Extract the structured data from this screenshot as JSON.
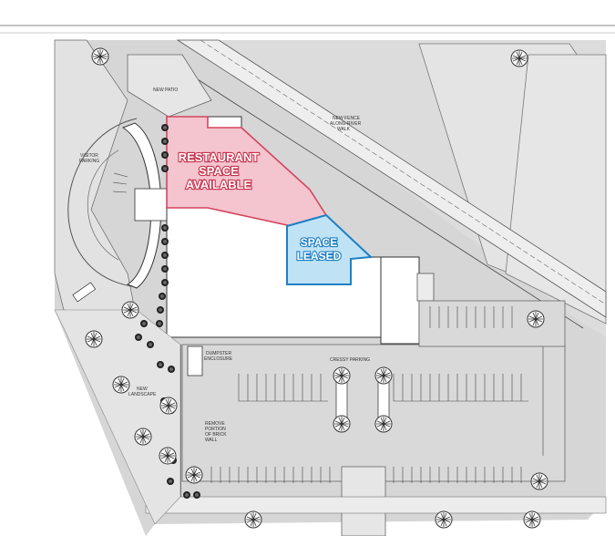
{
  "labels": {
    "restaurant_line1": "RESTAURANT",
    "restaurant_line2": "SPACE",
    "restaurant_line3": "AVAILABLE",
    "leased_line1": "SPACE",
    "leased_line2": "LEASED",
    "new_patio": "NEW PATIO",
    "new_fence_1": "NEW FENCE",
    "new_fence_2": "ALONG RIVER",
    "new_fence_3": "WALK",
    "visitor_1": "VISITOR",
    "visitor_2": "PARKING",
    "dumpster_1": "DUMPSTER",
    "dumpster_2": "ENCLOSURE",
    "parking": "CRESSY PARKING",
    "landscape_1": "NEW",
    "landscape_2": "LANDSCAPE",
    "remove_1": "REMOVE",
    "remove_2": "PORTION",
    "remove_3": "OF BRICK",
    "remove_4": "WALL"
  },
  "colors": {
    "restaurant_fill": "#f4c4cf",
    "restaurant_stroke": "#d2455f",
    "leased_fill": "#bfe3f5",
    "leased_stroke": "#1e7fc4",
    "site_gray": "#d6d6d6",
    "building": "#ffffff"
  }
}
